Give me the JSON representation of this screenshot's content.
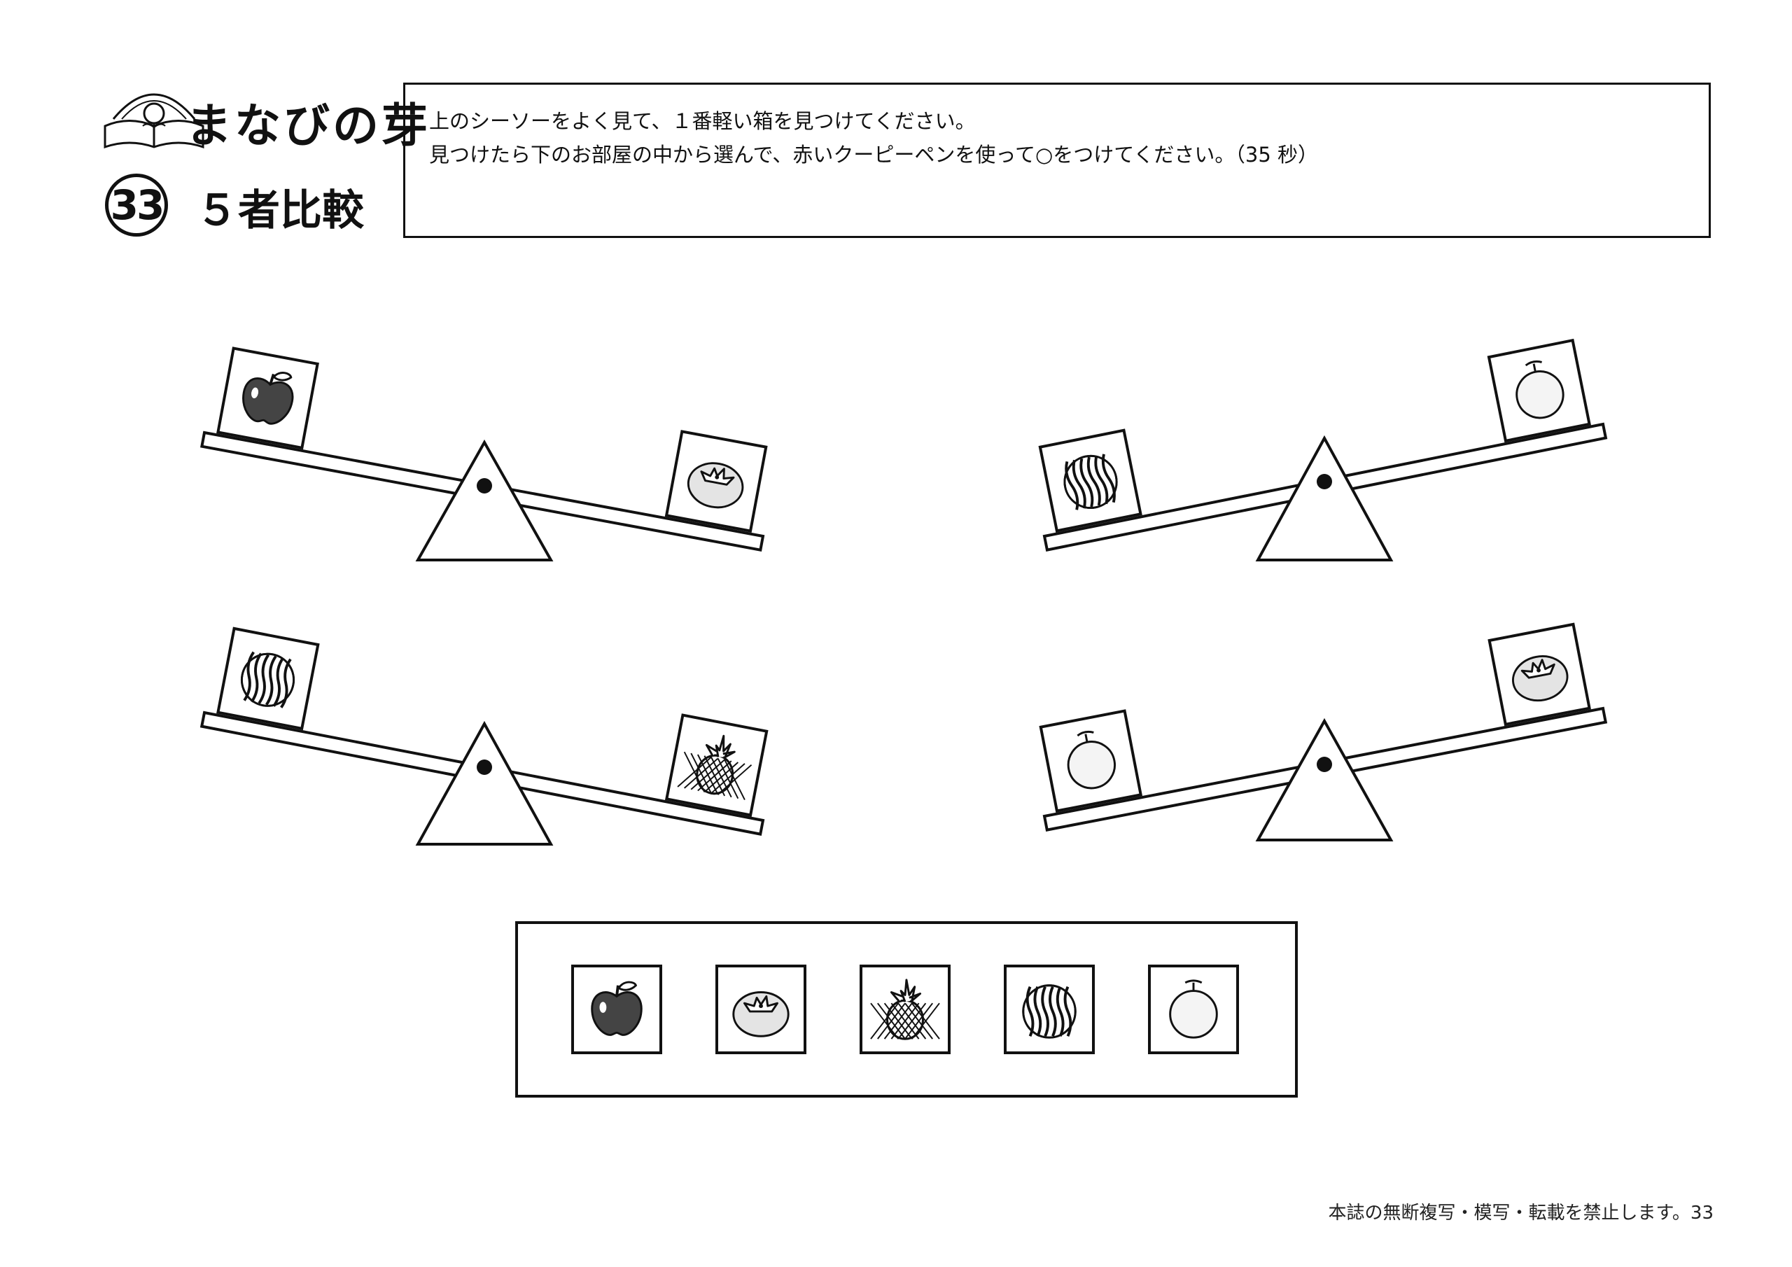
{
  "brand": {
    "name": "まなびの芽"
  },
  "problem": {
    "number": "33",
    "title": "５者比較"
  },
  "instructions": {
    "line1": "上のシーソーをよく見て、１番軽い箱を見つけてください。",
    "line2": "見つけたら下のお部屋の中から選んで、赤いクーピーペンを使って○をつけてください。（35 秒）"
  },
  "seesaws": [
    {
      "position": "top-left",
      "left": "apple",
      "right": "persimmon",
      "lower_side": "right"
    },
    {
      "position": "top-right",
      "left": "watermelon",
      "right": "melon",
      "lower_side": "left"
    },
    {
      "position": "bottom-left",
      "left": "watermelon",
      "right": "pineapple",
      "lower_side": "right"
    },
    {
      "position": "bottom-right",
      "left": "melon",
      "right": "persimmon",
      "lower_side": "left"
    }
  ],
  "answer_choices": [
    "apple",
    "persimmon",
    "pineapple",
    "watermelon",
    "melon"
  ],
  "footer": {
    "text": "本誌の無断複写・模写・転載を禁止します。33"
  }
}
